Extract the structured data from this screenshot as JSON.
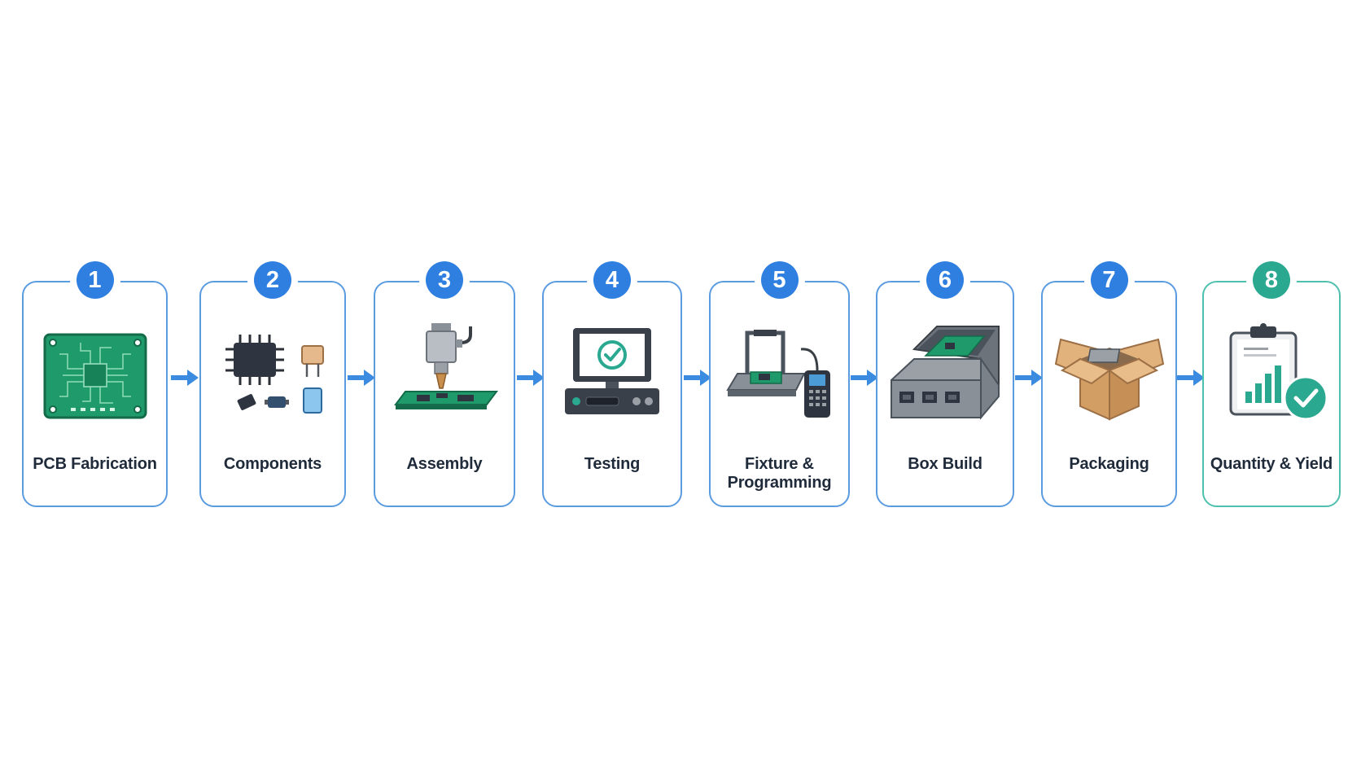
{
  "steps": [
    {
      "number": "1",
      "label": "PCB Fabrication",
      "icon": "pcb-board-icon"
    },
    {
      "number": "2",
      "label": "Components",
      "icon": "electronic-components-icon"
    },
    {
      "number": "3",
      "label": "Assembly",
      "icon": "pick-and-place-icon"
    },
    {
      "number": "4",
      "label": "Testing",
      "icon": "test-computer-icon"
    },
    {
      "number": "5",
      "label": "Fixture & Programming",
      "label_line1": "Fixture &",
      "label_line2": "Programming",
      "icon": "test-fixture-programmer-icon"
    },
    {
      "number": "6",
      "label": "Box Build",
      "icon": "enclosure-icon"
    },
    {
      "number": "7",
      "label": "Packaging",
      "icon": "open-box-icon"
    },
    {
      "number": "8",
      "label": "Quantity & Yield",
      "icon": "clipboard-check-icon"
    }
  ],
  "colors": {
    "accent_blue": "#2f7fe0",
    "accent_teal": "#2aa890",
    "card_border_blue": "#5b9be0",
    "card_border_teal": "#4fc0ad",
    "pcb_green": "#1f9a6a",
    "text": "#1f2a3a"
  }
}
